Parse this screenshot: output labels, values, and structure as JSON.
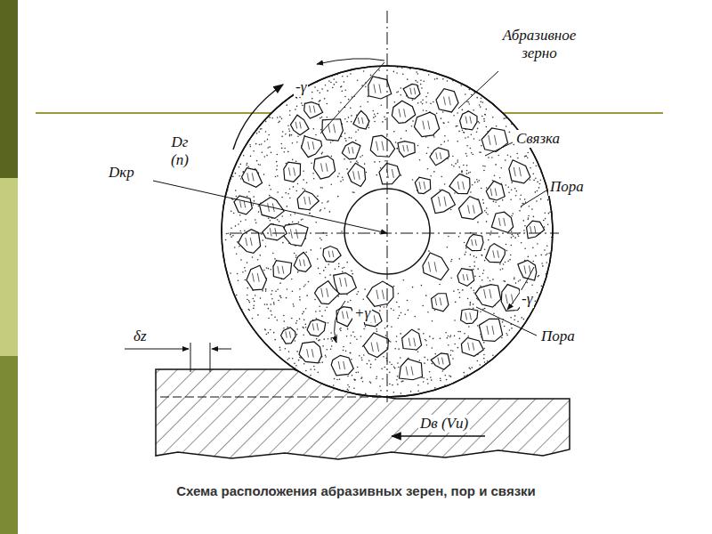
{
  "diagram": {
    "caption": "Схема расположения абразивных зерен, пор и связки",
    "labels": [
      "Абразивное зерно",
      "Связка",
      "Пора",
      "-γ",
      "Dг (n)",
      "Dкр",
      "-γ",
      "+γ",
      "Пора",
      "δz",
      "Dв (Vи)"
    ]
  }
}
